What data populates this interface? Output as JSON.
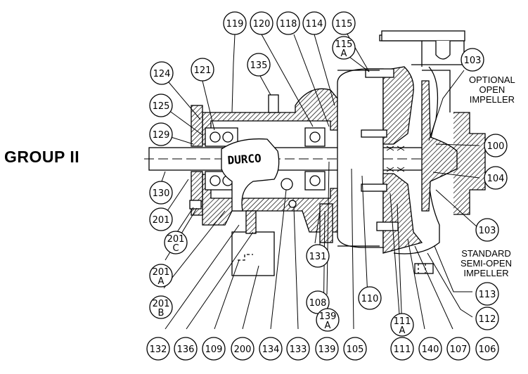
{
  "title": "GROUP II",
  "brand_on_housing": "DURCO",
  "notes": {
    "optional": [
      "OPTIONAL",
      "OPEN",
      "IMPELLER"
    ],
    "standard": [
      "STANDARD",
      "SEMI-OPEN",
      "IMPELLER"
    ]
  },
  "callouts": [
    {
      "id": "119",
      "label": "119",
      "sub": ""
    },
    {
      "id": "120",
      "label": "120",
      "sub": ""
    },
    {
      "id": "118",
      "label": "118",
      "sub": ""
    },
    {
      "id": "114",
      "label": "114",
      "sub": ""
    },
    {
      "id": "115",
      "label": "115",
      "sub": ""
    },
    {
      "id": "115A",
      "label": "115",
      "sub": "A"
    },
    {
      "id": "135",
      "label": "135",
      "sub": ""
    },
    {
      "id": "121",
      "label": "121",
      "sub": ""
    },
    {
      "id": "124",
      "label": "124",
      "sub": ""
    },
    {
      "id": "125",
      "label": "125",
      "sub": ""
    },
    {
      "id": "129",
      "label": "129",
      "sub": ""
    },
    {
      "id": "130",
      "label": "130",
      "sub": ""
    },
    {
      "id": "201",
      "label": "201",
      "sub": ""
    },
    {
      "id": "201C",
      "label": "201",
      "sub": "C"
    },
    {
      "id": "201A",
      "label": "201",
      "sub": "A"
    },
    {
      "id": "201B",
      "label": "201",
      "sub": "B"
    },
    {
      "id": "103top",
      "label": "103",
      "sub": ""
    },
    {
      "id": "100",
      "label": "100",
      "sub": ""
    },
    {
      "id": "104",
      "label": "104",
      "sub": ""
    },
    {
      "id": "103bot",
      "label": "103",
      "sub": ""
    },
    {
      "id": "113",
      "label": "113",
      "sub": ""
    },
    {
      "id": "112",
      "label": "112",
      "sub": ""
    },
    {
      "id": "131",
      "label": "131",
      "sub": ""
    },
    {
      "id": "108",
      "label": "108",
      "sub": ""
    },
    {
      "id": "139A",
      "label": "139",
      "sub": "A"
    },
    {
      "id": "110",
      "label": "110",
      "sub": ""
    },
    {
      "id": "111A",
      "label": "111",
      "sub": "A"
    },
    {
      "id": "132",
      "label": "132",
      "sub": ""
    },
    {
      "id": "136",
      "label": "136",
      "sub": ""
    },
    {
      "id": "109",
      "label": "109",
      "sub": ""
    },
    {
      "id": "200",
      "label": "200",
      "sub": ""
    },
    {
      "id": "134",
      "label": "134",
      "sub": ""
    },
    {
      "id": "133",
      "label": "133",
      "sub": ""
    },
    {
      "id": "139",
      "label": "139",
      "sub": ""
    },
    {
      "id": "105",
      "label": "105",
      "sub": ""
    },
    {
      "id": "111",
      "label": "111",
      "sub": ""
    },
    {
      "id": "140",
      "label": "140",
      "sub": ""
    },
    {
      "id": "107",
      "label": "107",
      "sub": ""
    },
    {
      "id": "106",
      "label": "106",
      "sub": ""
    }
  ]
}
